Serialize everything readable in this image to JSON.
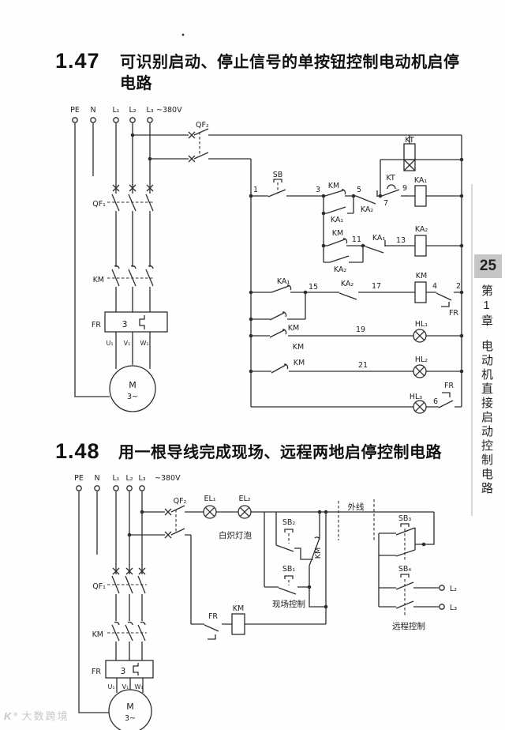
{
  "watermark": {
    "logo": "K°",
    "text": "大数跨境"
  },
  "section_147": {
    "number": "1.47",
    "title": "可识别启动、停止信号的单按钮控制电动机启停",
    "title2": "电路"
  },
  "section_148": {
    "number": "1.48",
    "title": "用一根导线完成现场、远程两地启停控制电路"
  },
  "sidebar": {
    "page": "25",
    "chapter": "第1章",
    "chapter_title": "电动机直接启动控制电路"
  },
  "labels": {
    "pe": "PE",
    "n": "N",
    "l1": "L₁",
    "l2": "L₂",
    "l3": "L₃",
    "v380": "~380V",
    "qf1": "QF₁",
    "qf2": "QF₂",
    "km": "KM",
    "fr": "FR",
    "kt": "KT",
    "ka1": "KA₁",
    "ka2": "KA₂",
    "sb": "SB",
    "sb1": "SB₁",
    "sb2": "SB₂",
    "sb3": "SB₃",
    "sb4": "SB₄",
    "hl1": "HL₁",
    "hl2": "HL₂",
    "hl3": "HL₃",
    "el1": "EL₁",
    "el2": "EL₂",
    "motor": "M",
    "motor_phase": "3~",
    "fr_number": "3",
    "u1": "U₁",
    "v1": "V₁",
    "w1": "W₁",
    "wires": {
      "n1": "1",
      "n2": "2",
      "n3": "3",
      "n4": "4",
      "n5": "5",
      "n6": "6",
      "n7": "7",
      "n9": "9",
      "n11": "11",
      "n13": "13",
      "n15": "15",
      "n17": "17",
      "n19": "19",
      "n21": "21"
    },
    "annotations": {
      "incandescent": "白炽灯泡",
      "local_control": "现场控制",
      "remote_control": "远程控制",
      "external_line": "外线"
    }
  }
}
